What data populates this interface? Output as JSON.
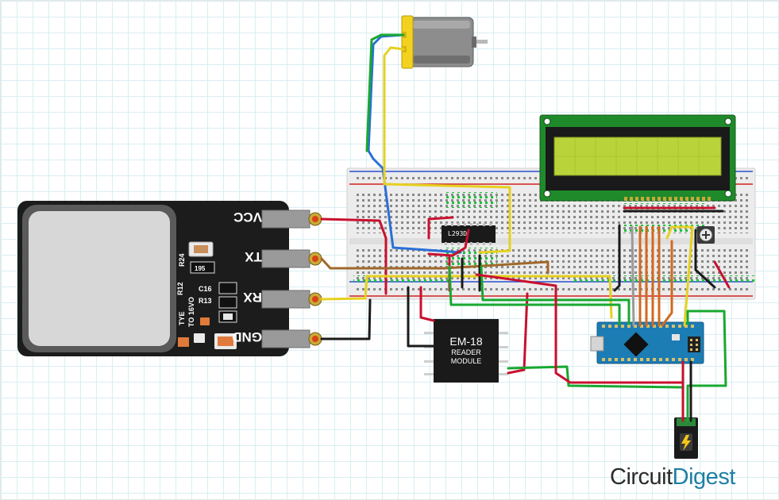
{
  "fingerprint_sensor": {
    "pins": [
      "VCC",
      "TX",
      "RX",
      "GND"
    ],
    "chip_labels": [
      "R24",
      "195",
      "R12",
      "C16",
      "R13",
      "TYE",
      "TO 16VO"
    ]
  },
  "motor_driver": {
    "label": "L293D"
  },
  "rfid_reader": {
    "line1": "EM-18",
    "line2": "READER",
    "line3": "MODULE"
  },
  "brand": {
    "part1": "Circuit",
    "part2": "Digest"
  },
  "colors": {
    "red": "#c8102e",
    "black": "#1a1a1a",
    "green": "#18a830",
    "yellow": "#e6d020",
    "blue": "#2a6fd6",
    "brown": "#a0682a",
    "orange": "#d2691e",
    "gray": "#9a9a9a",
    "arduino": "#1c7cb4",
    "lcd_screen": "#b9d43a",
    "lcd_board": "#1f8a2a",
    "accent": "#1d7fa3"
  }
}
